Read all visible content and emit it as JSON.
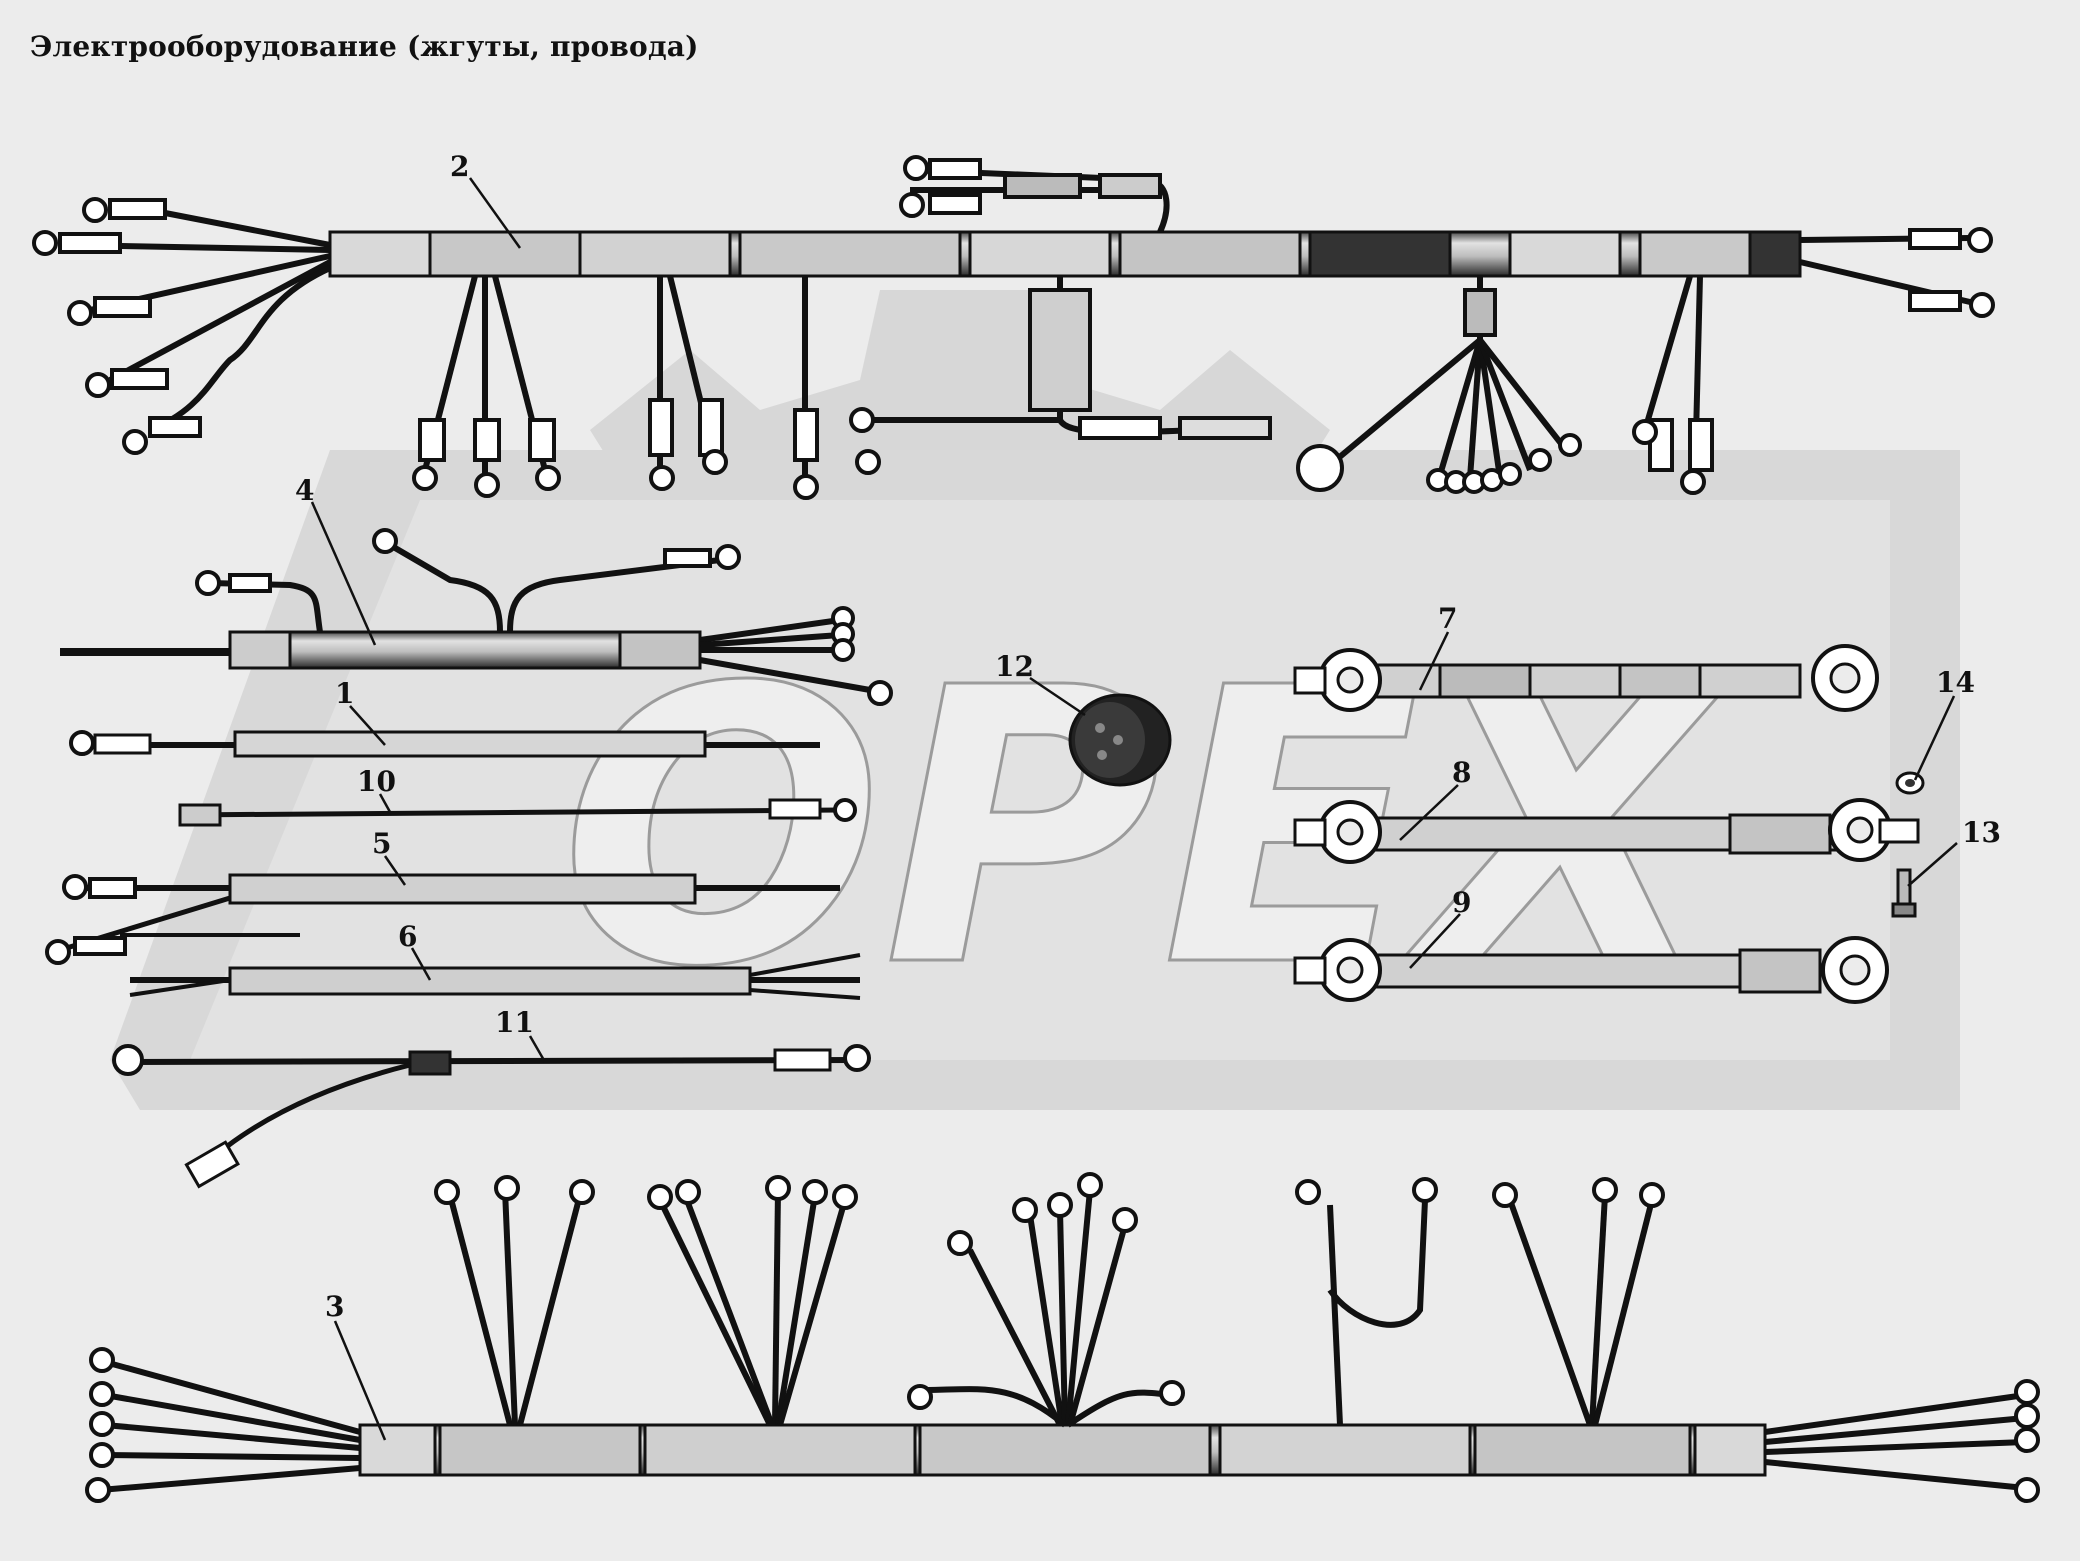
{
  "title": "Электрооборудование (жгуты, провода)",
  "watermark": "OPEX",
  "colors": {
    "background": "#ececec",
    "watermark": "#c9c9c9",
    "ink": "#111111",
    "sleeve": "#d4d4d4"
  },
  "callouts": {
    "c1": "1",
    "c2": "2",
    "c3": "3",
    "c4": "4",
    "c5": "5",
    "c6": "6",
    "c7": "7",
    "c8": "8",
    "c9": "9",
    "c10": "10",
    "c11": "11",
    "c12": "12",
    "c13": "13",
    "c14": "14"
  }
}
